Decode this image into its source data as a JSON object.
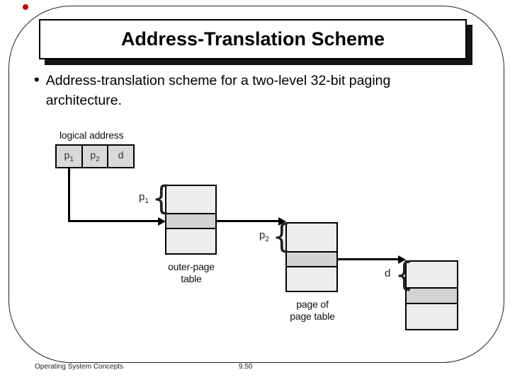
{
  "slide": {
    "title": "Address-Translation Scheme",
    "bullet_marker": "•",
    "bullet_text": "Address-translation scheme for a two-level 32-bit paging architecture.",
    "footer": {
      "left": "Operating System Concepts",
      "page": "9.50"
    }
  },
  "diagram": {
    "logical_address_label": "logical address",
    "logical_cells": [
      {
        "base": "p",
        "sub": "1"
      },
      {
        "base": "p",
        "sub": "2"
      },
      {
        "base": "d",
        "sub": ""
      }
    ],
    "p1_index": {
      "base": "p",
      "sub": "1"
    },
    "p2_index": {
      "base": "p",
      "sub": "2"
    },
    "d_index": {
      "base": "d",
      "sub": ""
    },
    "brace_glyph": "{",
    "outer_table_label": {
      "line1": "outer-page",
      "line2": "table"
    },
    "page_table_label": {
      "line1": "page of",
      "line2": "page table"
    }
  },
  "colors": {
    "cell_fill": "#d9d9d9",
    "table_fill": "#ededed",
    "highlight_fill": "#d3d3d3",
    "shadow": "#141414",
    "accent_red": "#cc0000"
  }
}
